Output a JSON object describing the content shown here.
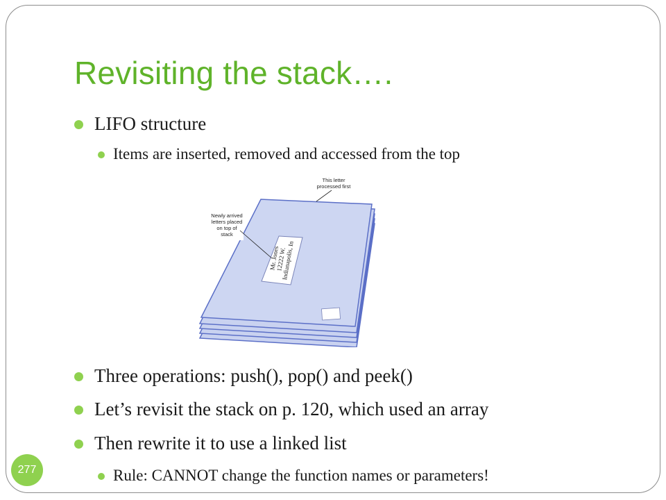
{
  "slide": {
    "title": "Revisiting the stack….",
    "page_number": "277"
  },
  "bullets": [
    {
      "level": 1,
      "text": "LIFO structure"
    },
    {
      "level": 2,
      "text": "Items are inserted, removed and accessed from the top"
    },
    {
      "level": 1,
      "text": "Three operations: push(), pop() and peek()"
    },
    {
      "level": 1,
      "text": "Let’s revisit the stack on p. 120, which used an array"
    },
    {
      "level": 1,
      "text": "Then rewrite it to use a linked list"
    },
    {
      "level": 2,
      "text": "Rule: CANNOT change the function names or parameters!"
    }
  ],
  "figure": {
    "label_top": [
      "This letter",
      "processed first"
    ],
    "label_left": [
      "Newly arrived",
      "letters placed",
      "on top of",
      "stack"
    ],
    "address": [
      "Mr. Jones",
      "12222 W.",
      "Indianapolis, In"
    ]
  },
  "colors": {
    "title": "#5fb32a",
    "bullet_dot": "#8fd14f",
    "letter_fill": "#c9d2f0",
    "letter_edge": "#5b6fc7"
  }
}
